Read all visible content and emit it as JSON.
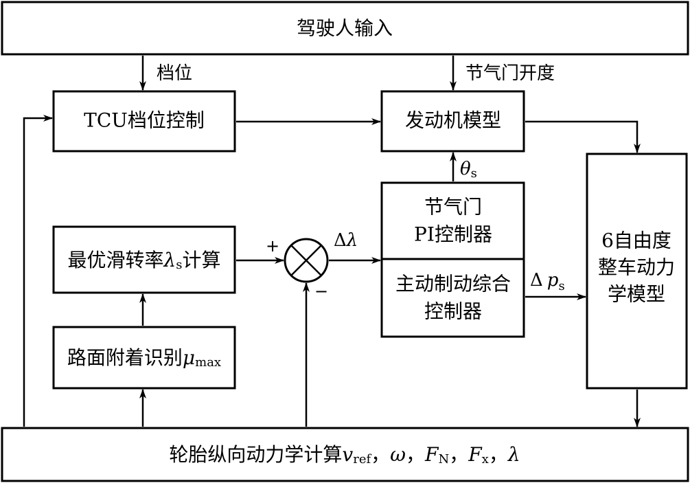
{
  "diagram": {
    "nodes": {
      "driver_input": {
        "label": "驾驶人输入"
      },
      "tcu": {
        "label": "TCU档位控制"
      },
      "engine": {
        "label": "发动机模型"
      },
      "throttle_pi": {
        "line1": "节气门",
        "line2": "PI控制器"
      },
      "active_brake": {
        "line1": "主动制动综合",
        "line2": "控制器"
      },
      "optimal_slip": {
        "text": "最优滑转率",
        "symbol": "λ",
        "subscript": "s",
        "suffix": "计算"
      },
      "road_id": {
        "text": "路面附着识别",
        "symbol": "μ",
        "subscript": "max"
      },
      "vehicle": {
        "line1": "6自由度",
        "line2": "整车动力",
        "line3": "学模型"
      },
      "tire": {
        "text": "轮胎纵向动力学计算",
        "v_sym": "v",
        "v_sub": "ref",
        "sep1": "，",
        "omega": "ω",
        "sep2": "，",
        "f_sym": "F",
        "fn_sub": "N",
        "sep3": "，",
        "fx_sub": "x",
        "sep4": "，",
        "lambda": "λ"
      }
    },
    "edges": {
      "gear": {
        "label": "档位"
      },
      "throttle_opening": {
        "label": "节气门开度"
      },
      "theta_s": {
        "symbol": "θ",
        "subscript": "s"
      },
      "delta_lambda": {
        "delta": "Δ",
        "symbol": "λ"
      },
      "delta_ps": {
        "delta": "Δ",
        "symbol": "p",
        "subscript": "s"
      }
    },
    "junction": {
      "plus": "+",
      "minus": "−"
    }
  }
}
